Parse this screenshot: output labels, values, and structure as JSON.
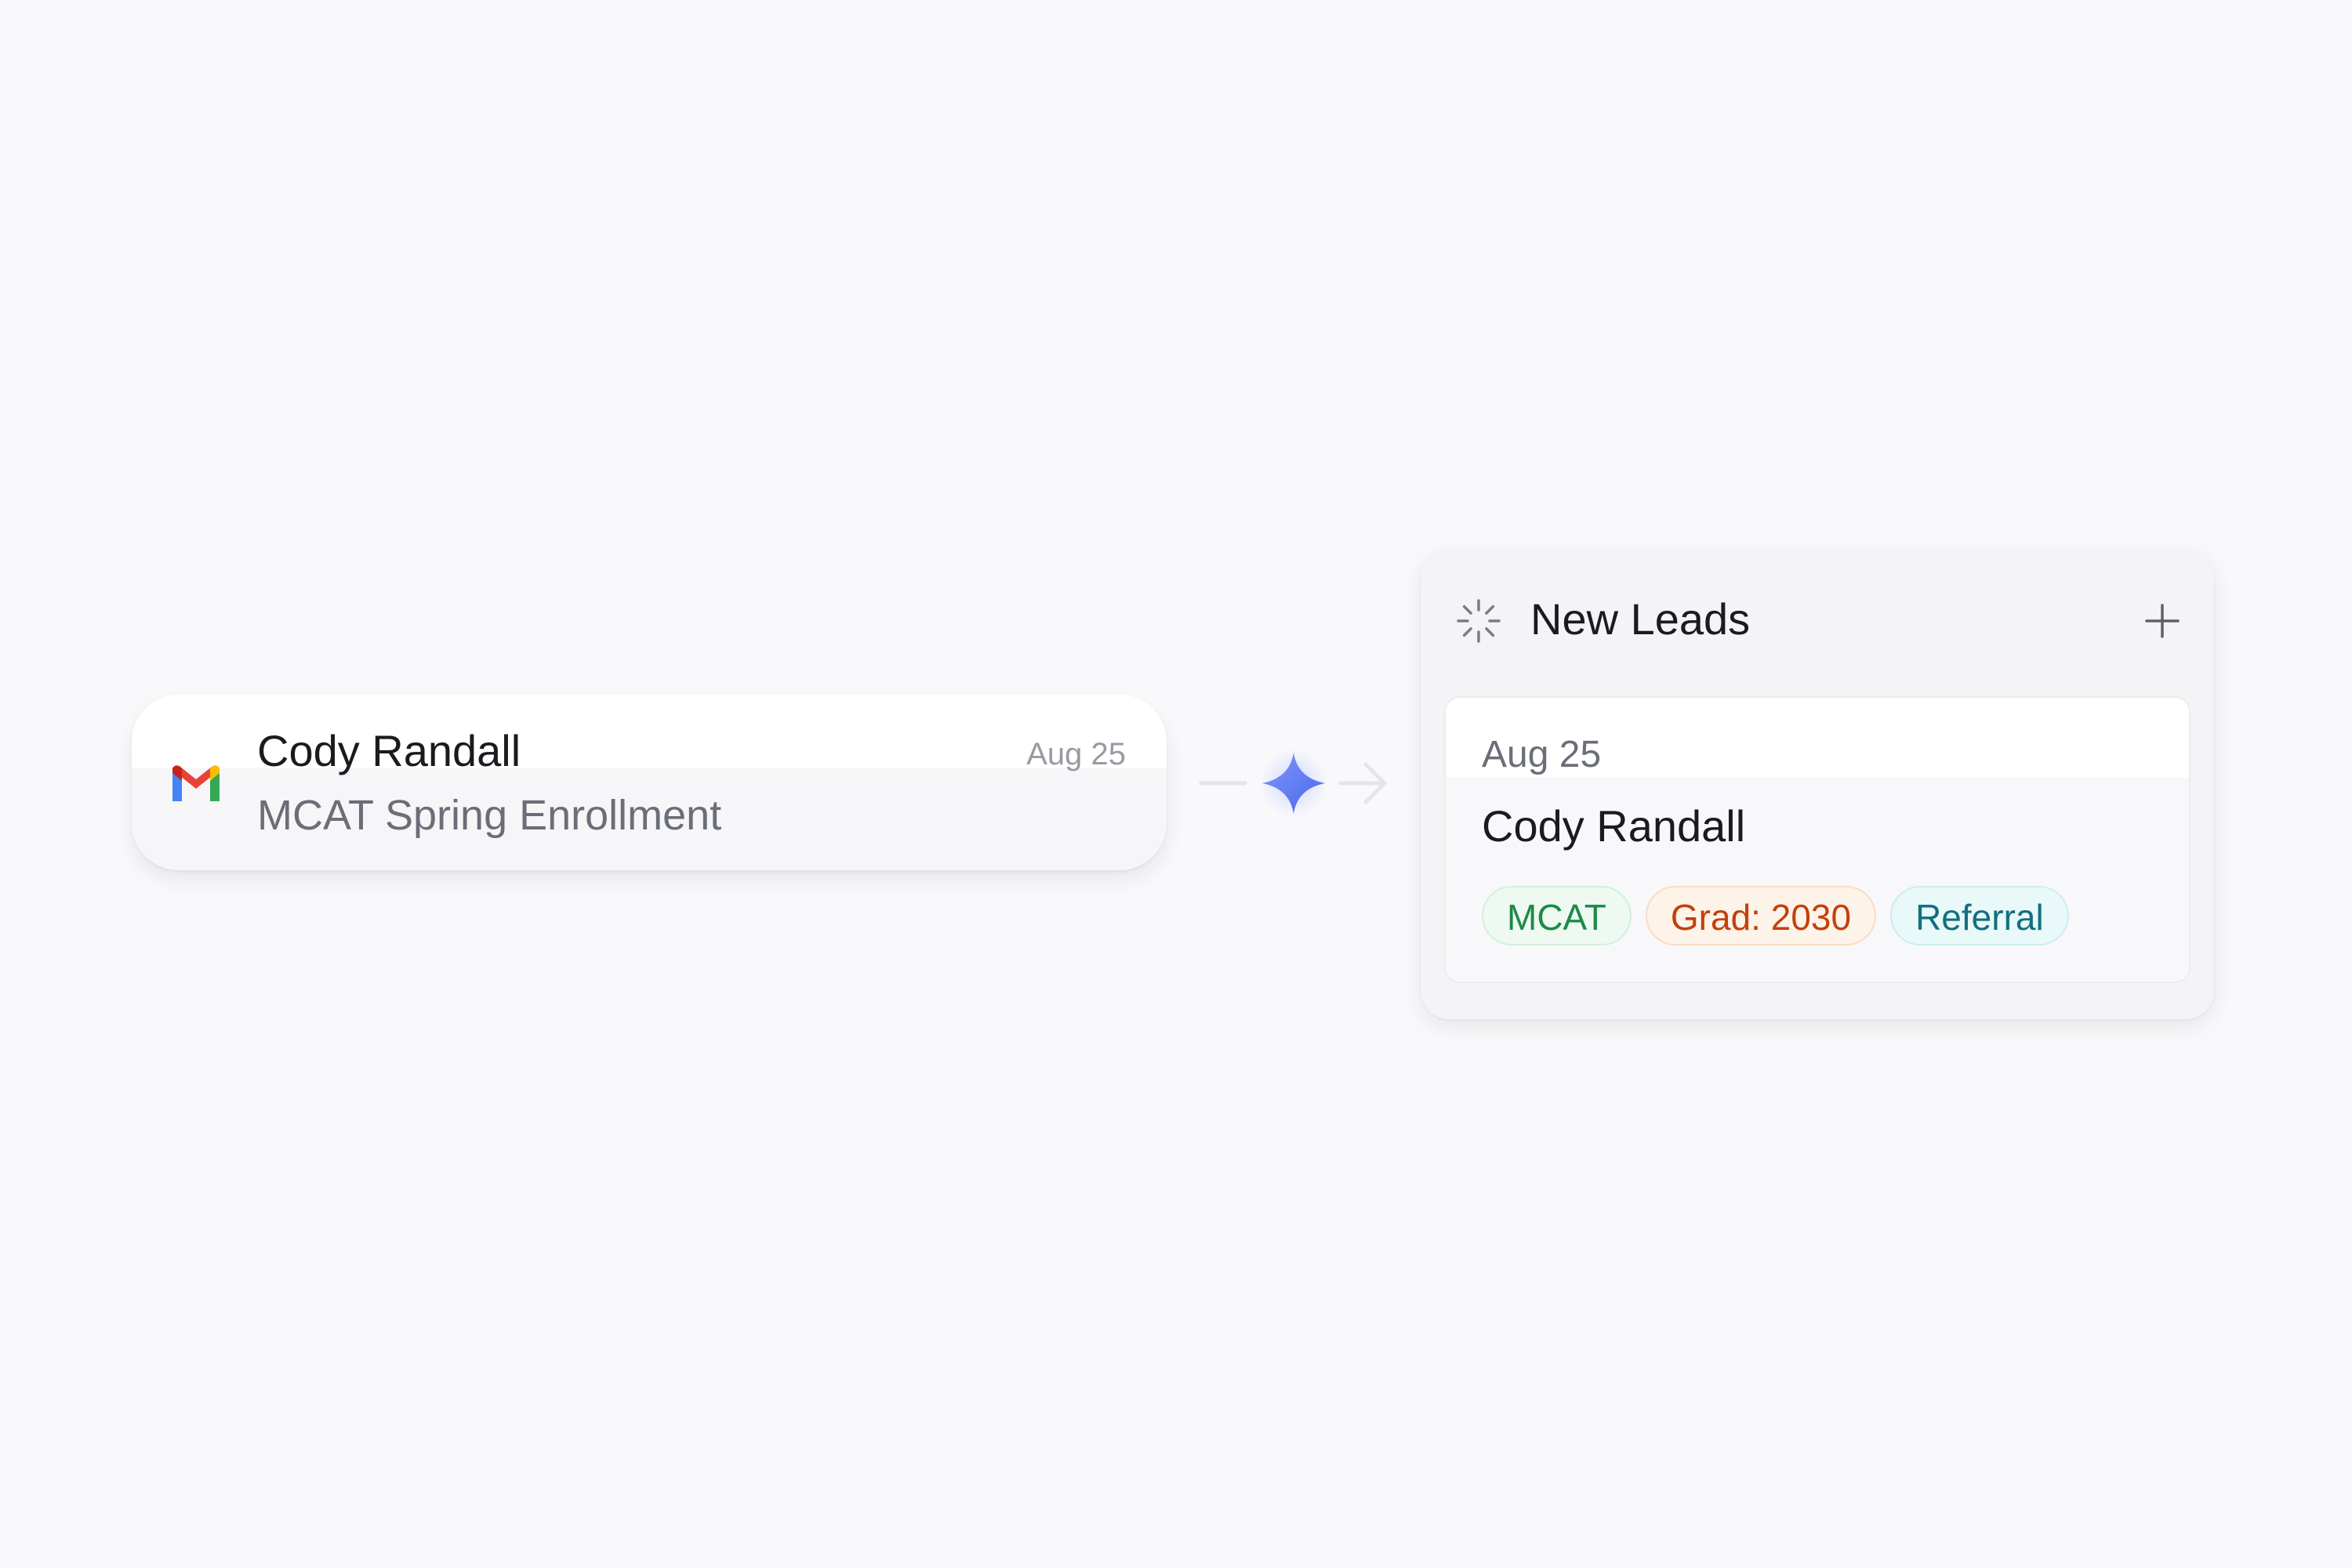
{
  "email": {
    "icon": "gmail-icon",
    "sender": "Cody Randall",
    "date": "Aug 25",
    "subject": "MCAT Spring Enrollment"
  },
  "connector": {
    "icon": "sparkle-icon",
    "arrow_icon": "arrow-right-icon",
    "accent": "#5b7cf4"
  },
  "leads_panel": {
    "status_icon": "loading-spinner-icon",
    "title": "New Leads",
    "add_icon": "plus-icon",
    "card": {
      "date": "Aug 25",
      "name": "Cody Randall",
      "tags": [
        {
          "label": "MCAT",
          "color": "#1e8a48"
        },
        {
          "label": "Grad: 2030",
          "color": "#c2410c"
        },
        {
          "label": "Referral",
          "color": "#11707f"
        }
      ]
    }
  }
}
